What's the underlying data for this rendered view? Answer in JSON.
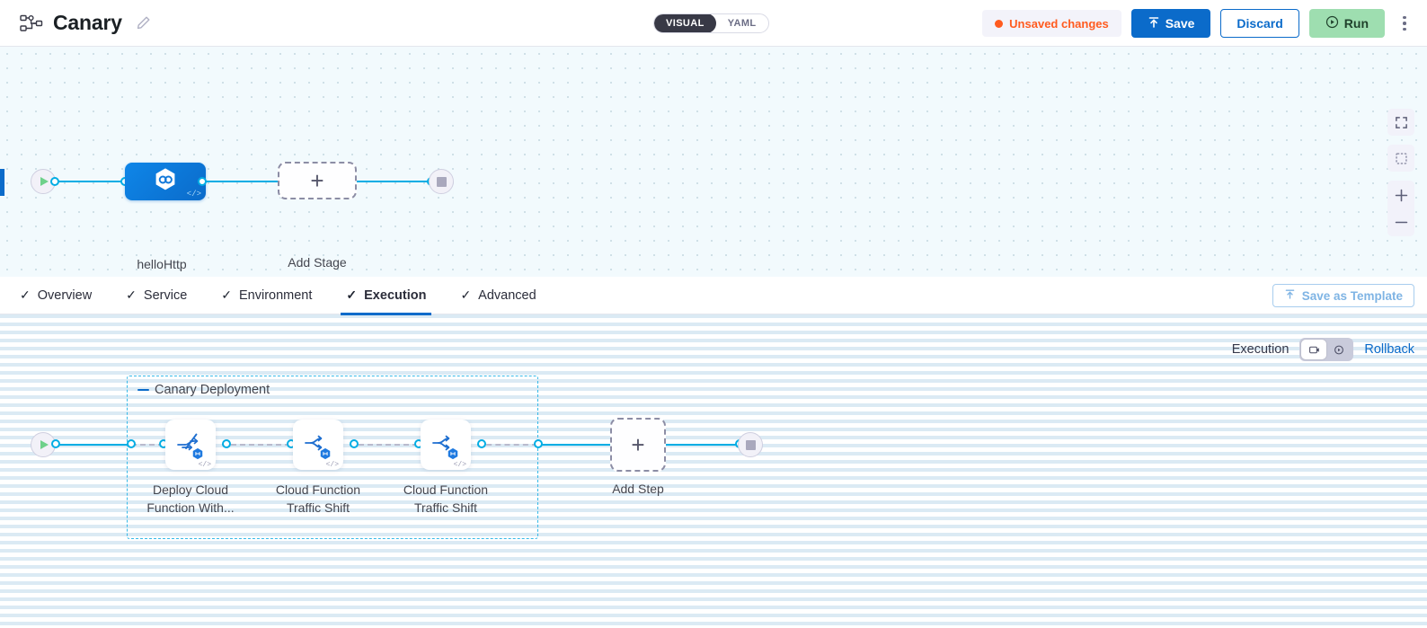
{
  "header": {
    "pipeline_icon": "pipeline-icon",
    "title": "Canary",
    "edit_icon": "pencil-icon",
    "mode_toggle": {
      "visual": "VISUAL",
      "yaml": "YAML",
      "selected": "VISUAL"
    },
    "unsaved": "Unsaved changes",
    "save_label": "Save",
    "discard_label": "Discard",
    "run_label": "Run",
    "menu_icon": "kebab-menu-icon"
  },
  "colors": {
    "accent_blue": "#0b6bca",
    "edge_cyan": "#00ade4",
    "unsaved_orange": "#ff5b1f",
    "run_green": "#9edeb0",
    "group_dashed": "#36b9e8",
    "canvas_top_bg": "#f2fafd"
  },
  "canvas_top": {
    "controls": [
      {
        "name": "fullscreen-icon",
        "label": ""
      },
      {
        "name": "fit-to-screen-icon",
        "label": ""
      },
      {
        "name": "zoom-in-icon",
        "label": "+"
      },
      {
        "name": "zoom-out-icon",
        "label": "−"
      }
    ],
    "start_node": "start-node",
    "end_node": "end-node",
    "stage": {
      "label": "helloHttp",
      "icon": "hexagon-link-icon",
      "code_badge": "</>"
    },
    "add_stage": {
      "label": "Add Stage",
      "plus": "+"
    }
  },
  "tabs": [
    {
      "label": "Overview",
      "check": "✓",
      "active": false
    },
    {
      "label": "Service",
      "check": "✓",
      "active": false
    },
    {
      "label": "Environment",
      "check": "✓",
      "active": false
    },
    {
      "label": "Execution",
      "check": "✓",
      "active": true
    },
    {
      "label": "Advanced",
      "check": "✓",
      "active": false
    }
  ],
  "save_as_template": {
    "label": "Save as Template",
    "icon": "upload-template-icon"
  },
  "execution_toolbar": {
    "label": "Execution",
    "toggle": [
      {
        "name": "execution-view-icon",
        "selected": true
      },
      {
        "name": "rollback-view-icon",
        "selected": false
      }
    ],
    "rollback_link": "Rollback"
  },
  "canvas_bottom": {
    "group": {
      "title": "Canary Deployment",
      "collapse_icon": "collapse-dash-icon",
      "steps": [
        {
          "label_line1": "Deploy Cloud",
          "label_line2": "Function With...",
          "icon": "deploy-function-icon",
          "badge": "hexagon-badge",
          "code_badge": "</>"
        },
        {
          "label_line1": "Cloud Function",
          "label_line2": "Traffic Shift",
          "icon": "traffic-shift-icon",
          "badge": "hexagon-badge",
          "code_badge": "</>"
        },
        {
          "label_line1": "Cloud Function",
          "label_line2": "Traffic Shift",
          "icon": "traffic-shift-icon",
          "badge": "hexagon-badge",
          "code_badge": "</>"
        }
      ]
    },
    "add_step": {
      "label": "Add Step",
      "plus": "+"
    },
    "start_node": "start-node",
    "end_node": "end-node"
  }
}
